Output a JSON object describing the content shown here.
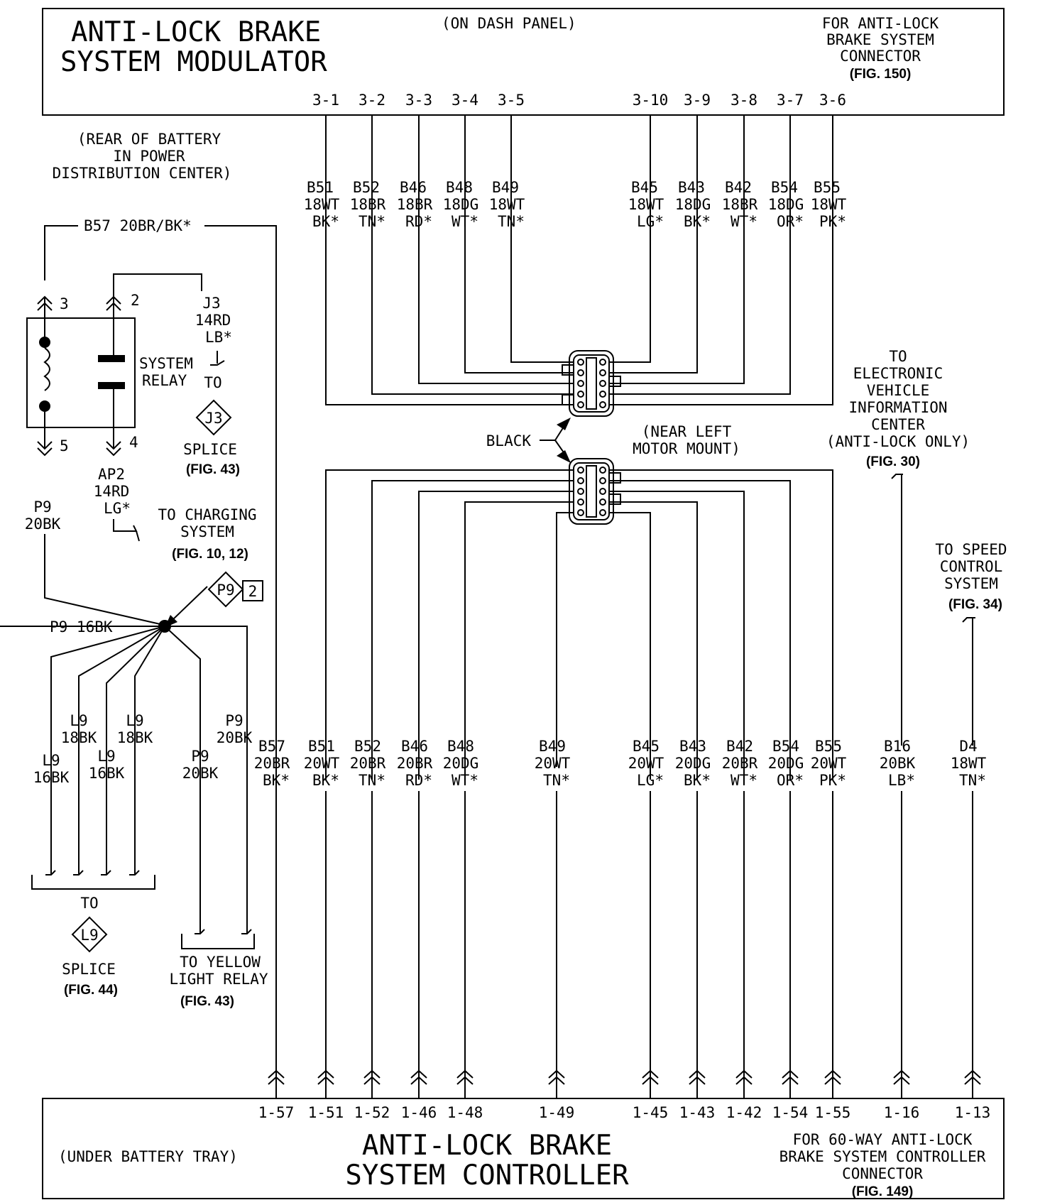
{
  "modulator": {
    "title1": "ANTI-LOCK BRAKE",
    "title2": "SYSTEM MODULATOR",
    "location": "(ON DASH PANEL)",
    "connector_note1": "FOR ANTI-LOCK",
    "connector_note2": "BRAKE SYSTEM",
    "connector_note3": "CONNECTOR",
    "connector_fig": "(FIG. 150)",
    "pins": [
      {
        "pin": "3-1",
        "circuit": "B51",
        "gauge": "18WT",
        "tracer": "BK*"
      },
      {
        "pin": "3-2",
        "circuit": "B52",
        "gauge": "18BR",
        "tracer": "TN*"
      },
      {
        "pin": "3-3",
        "circuit": "B46",
        "gauge": "18BR",
        "tracer": "RD*"
      },
      {
        "pin": "3-4",
        "circuit": "B48",
        "gauge": "18DG",
        "tracer": "WT*"
      },
      {
        "pin": "3-5",
        "circuit": "B49",
        "gauge": "18WT",
        "tracer": "TN*"
      },
      {
        "pin": "3-10",
        "circuit": "B45",
        "gauge": "18WT",
        "tracer": "LG*"
      },
      {
        "pin": "3-9",
        "circuit": "B43",
        "gauge": "18DG",
        "tracer": "BK*"
      },
      {
        "pin": "3-8",
        "circuit": "B42",
        "gauge": "18BR",
        "tracer": "WT*"
      },
      {
        "pin": "3-7",
        "circuit": "B54",
        "gauge": "18DG",
        "tracer": "OR*"
      },
      {
        "pin": "3-6",
        "circuit": "B55",
        "gauge": "18WT",
        "tracer": "PK*"
      }
    ]
  },
  "pdc": {
    "line1": "(REAR OF BATTERY",
    "line2": "IN POWER",
    "line3": "DISTRIBUTION CENTER)"
  },
  "b57_top": "B57 20BR/BK*",
  "relay": {
    "pin3": "3",
    "pin2": "2",
    "pin5": "5",
    "pin4": "4",
    "label1": "SYSTEM",
    "label2": "RELAY",
    "j3_circuit": "J3",
    "j3_gauge": "14RD",
    "j3_tracer": "LB*",
    "to": "TO",
    "splice_id": "J3",
    "splice_label": "SPLICE",
    "splice_fig": "(FIG. 43)",
    "ap2_circuit": "AP2",
    "ap2_gauge": "14RD",
    "ap2_tracer": "LG*",
    "charging1": "TO CHARGING",
    "charging2": "SYSTEM",
    "charging_fig": "(FIG. 10, 12)",
    "p9_circuit": "P9",
    "p9_gauge": "20BK"
  },
  "ground": {
    "p9_id": "P9",
    "p9_sheet": "2",
    "p9_16bk": "P9 16BK",
    "l9a_c": "L9",
    "l9a_g": "16BK",
    "l9b_c": "L9",
    "l9b_g": "18BK",
    "l9c_c": "L9",
    "l9c_g": "16BK",
    "l9d_c": "L9",
    "l9d_g": "18BK",
    "p9a_c": "P9",
    "p9a_g": "20BK",
    "p9b_c": "P9",
    "p9b_g": "20BK",
    "to": "TO",
    "l9_splice_id": "L9",
    "l9_splice": "SPLICE",
    "l9_fig": "(FIG. 44)",
    "yellow1": "TO YELLOW",
    "yellow2": "LIGHT RELAY",
    "yellow_fig": "(FIG. 43)"
  },
  "inline_connector": {
    "color": "BLACK",
    "loc1": "(NEAR LEFT",
    "loc2": "MOTOR MOUNT)"
  },
  "evic": {
    "l1": "TO",
    "l2": "ELECTRONIC",
    "l3": "VEHICLE",
    "l4": "INFORMATION",
    "l5": "CENTER",
    "l6": "(ANTI-LOCK ONLY)",
    "fig": "(FIG. 30)"
  },
  "speed": {
    "l1": "TO SPEED",
    "l2": "CONTROL",
    "l3": "SYSTEM",
    "fig": "(FIG. 34)"
  },
  "controller": {
    "title1": "ANTI-LOCK BRAKE",
    "title2": "SYSTEM CONTROLLER",
    "location": "(UNDER BATTERY TRAY)",
    "connector_note1": "FOR 60-WAY ANTI-LOCK",
    "connector_note2": "BRAKE SYSTEM CONTROLLER",
    "connector_note3": "CONNECTOR",
    "connector_fig": "(FIG. 149)",
    "pins": [
      {
        "pin": "1-57",
        "circuit": "B57",
        "gauge": "20BR",
        "tracer": "BK*"
      },
      {
        "pin": "1-51",
        "circuit": "B51",
        "gauge": "20WT",
        "tracer": "BK*"
      },
      {
        "pin": "1-52",
        "circuit": "B52",
        "gauge": "20BR",
        "tracer": "TN*"
      },
      {
        "pin": "1-46",
        "circuit": "B46",
        "gauge": "20BR",
        "tracer": "RD*"
      },
      {
        "pin": "1-48",
        "circuit": "B48",
        "gauge": "20DG",
        "tracer": "WT*"
      },
      {
        "pin": "1-49",
        "circuit": "B49",
        "gauge": "20WT",
        "tracer": "TN*"
      },
      {
        "pin": "1-45",
        "circuit": "B45",
        "gauge": "20WT",
        "tracer": "LG*"
      },
      {
        "pin": "1-43",
        "circuit": "B43",
        "gauge": "20DG",
        "tracer": "BK*"
      },
      {
        "pin": "1-42",
        "circuit": "B42",
        "gauge": "20BR",
        "tracer": "WT*"
      },
      {
        "pin": "1-54",
        "circuit": "B54",
        "gauge": "20DG",
        "tracer": "OR*"
      },
      {
        "pin": "1-55",
        "circuit": "B55",
        "gauge": "20WT",
        "tracer": "PK*"
      },
      {
        "pin": "1-16",
        "circuit": "B16",
        "gauge": "20BK",
        "tracer": "LB*"
      },
      {
        "pin": "1-13",
        "circuit": "D4",
        "gauge": "18WT",
        "tracer": "TN*"
      }
    ]
  }
}
